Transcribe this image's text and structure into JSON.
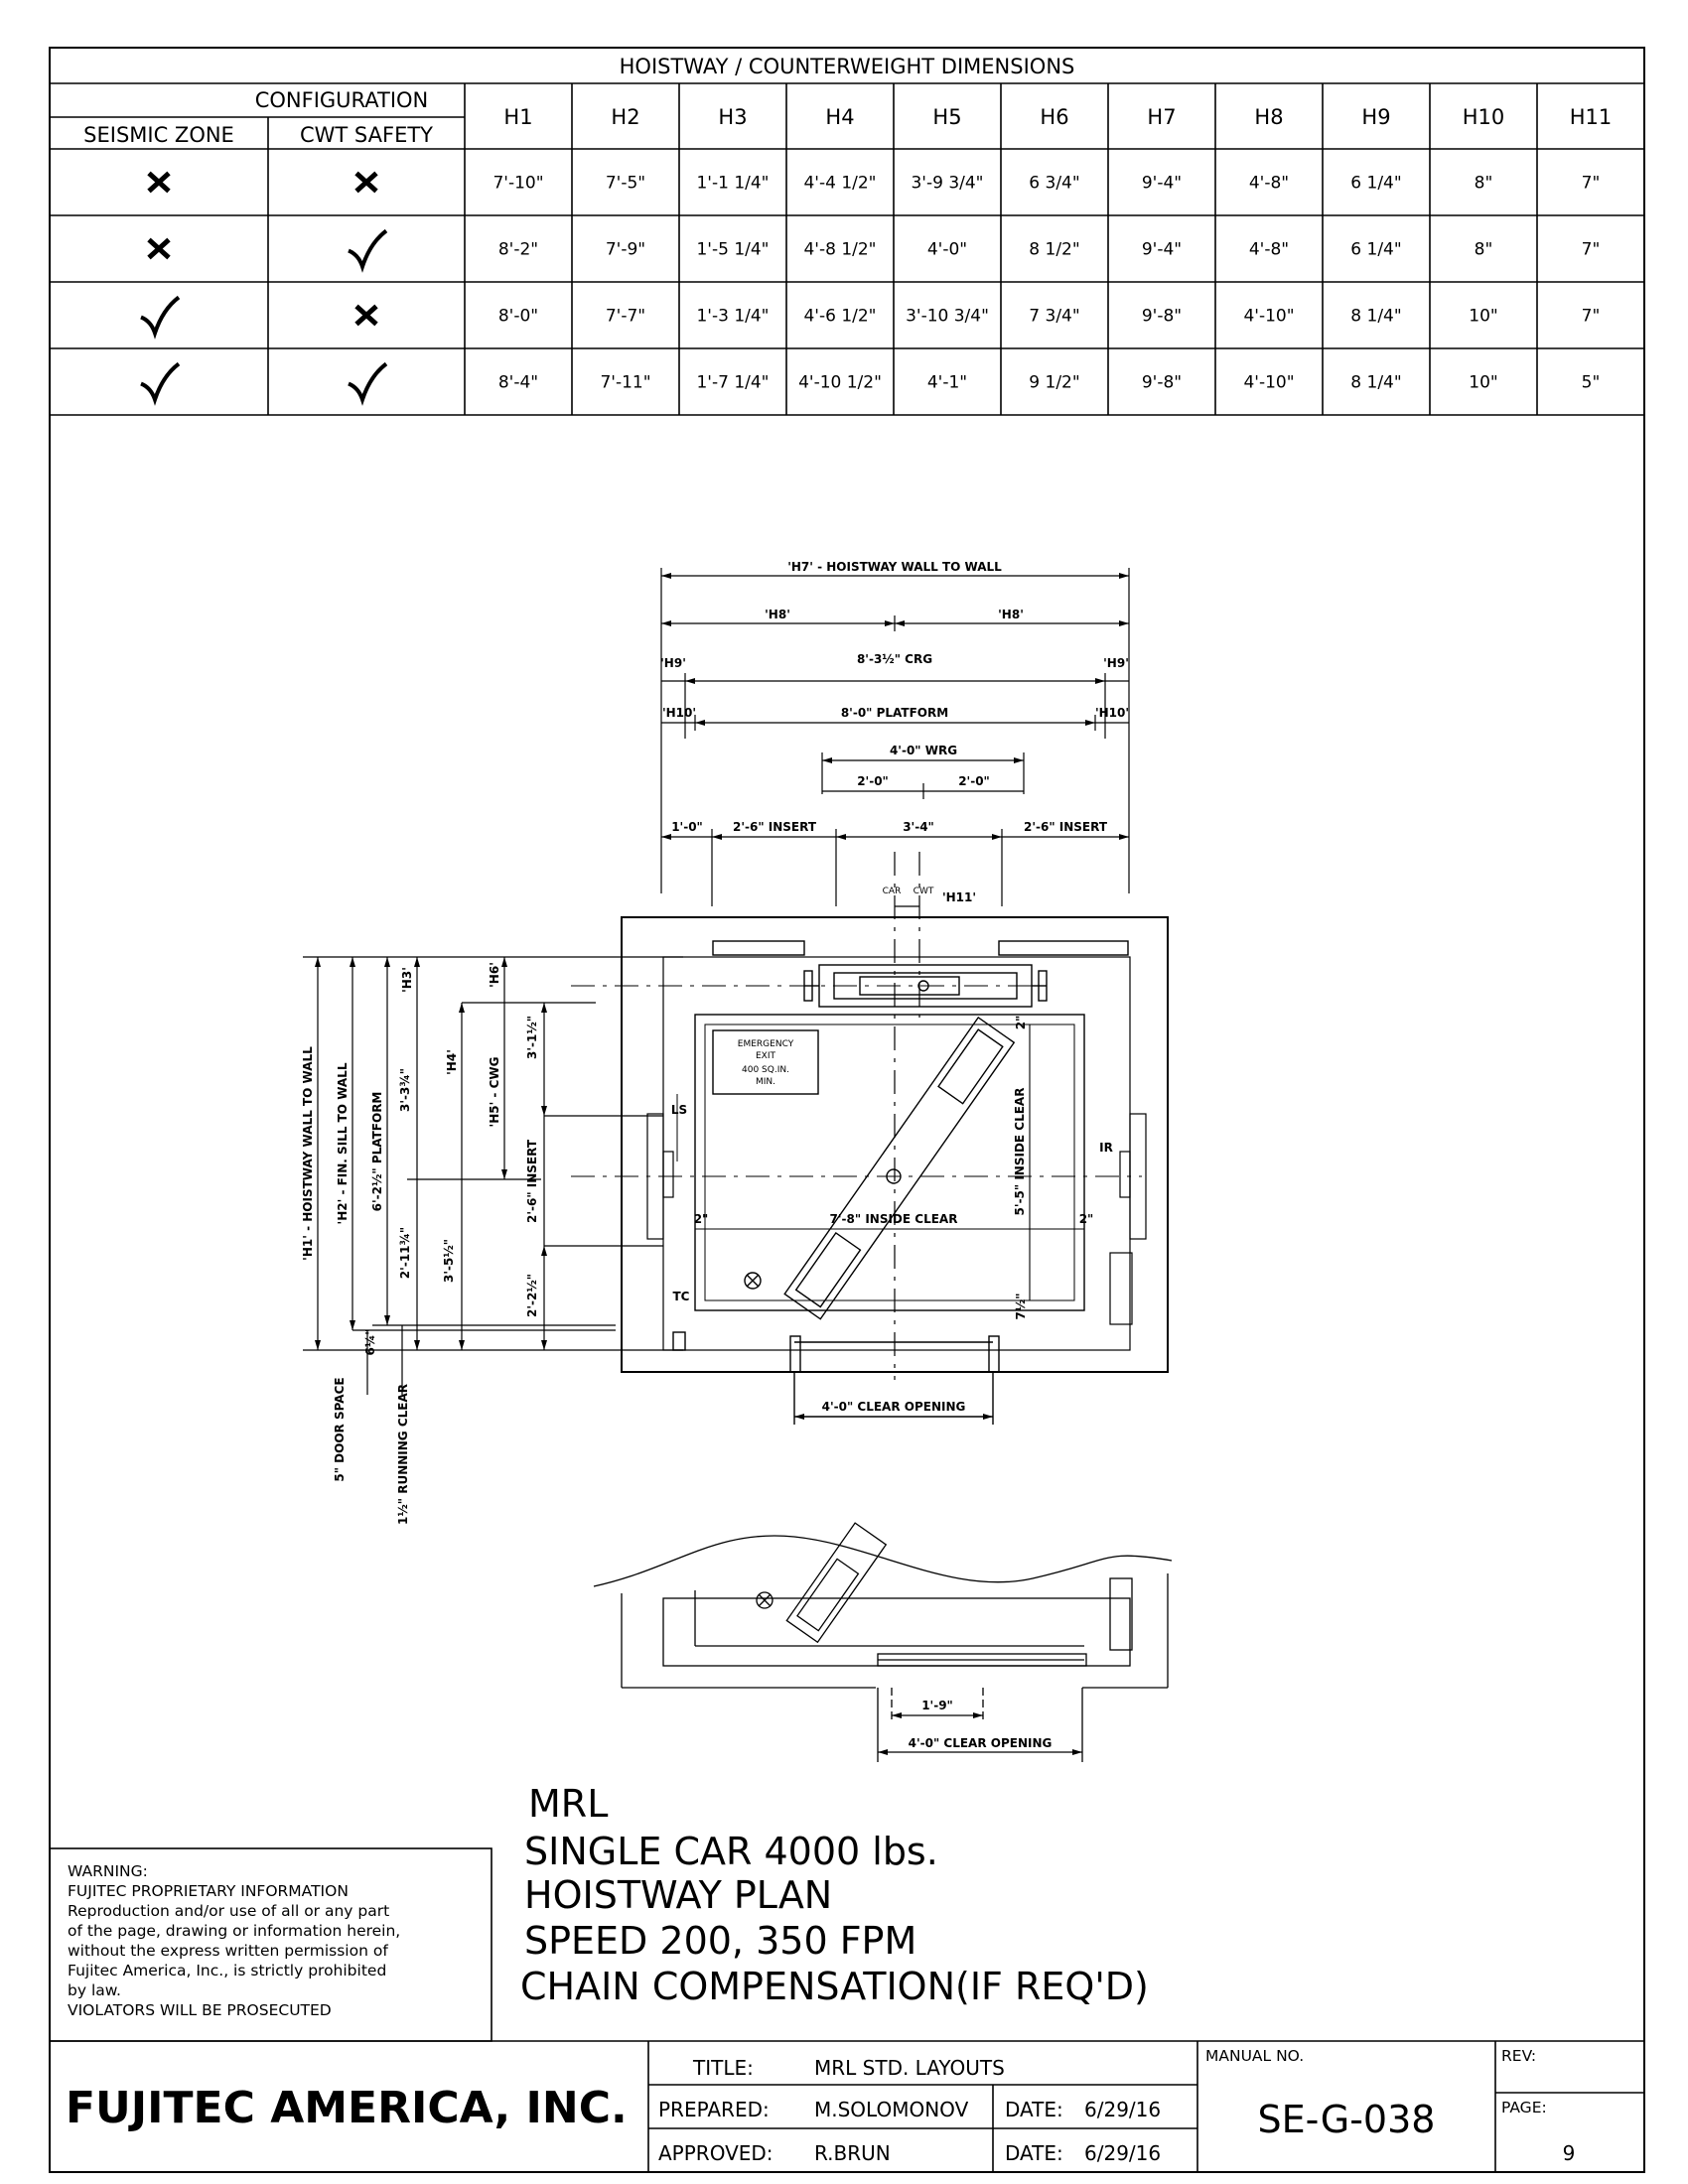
{
  "table": {
    "title": "HOISTWAY / COUNTERWEIGHT DIMENSIONS",
    "config_header": "CONFIGURATION",
    "seismic_header": "SEISMIC ZONE",
    "cwt_header": "CWT SAFETY",
    "columns": [
      "H1",
      "H2",
      "H3",
      "H4",
      "H5",
      "H6",
      "H7",
      "H8",
      "H9",
      "H10",
      "H11"
    ],
    "rows": [
      {
        "seismic": false,
        "cwt": false,
        "values": [
          "7'-10\"",
          "7'-5\"",
          "1'-1 1/4\"",
          "4'-4 1/2\"",
          "3'-9 3/4\"",
          "6 3/4\"",
          "9'-4\"",
          "4'-8\"",
          "6 1/4\"",
          "8\"",
          "7\""
        ]
      },
      {
        "seismic": false,
        "cwt": true,
        "values": [
          "8'-2\"",
          "7'-9\"",
          "1'-5 1/4\"",
          "4'-8 1/2\"",
          "4'-0\"",
          "8 1/2\"",
          "9'-4\"",
          "4'-8\"",
          "6 1/4\"",
          "8\"",
          "7\""
        ]
      },
      {
        "seismic": true,
        "cwt": false,
        "values": [
          "8'-0\"",
          "7'-7\"",
          "1'-3 1/4\"",
          "4'-6 1/2\"",
          "3'-10 3/4\"",
          "7 3/4\"",
          "9'-8\"",
          "4'-10\"",
          "8 1/4\"",
          "10\"",
          "7\""
        ]
      },
      {
        "seismic": true,
        "cwt": true,
        "values": [
          "8'-4\"",
          "7'-11\"",
          "1'-7 1/4\"",
          "4'-10 1/2\"",
          "4'-1\"",
          "9 1/2\"",
          "9'-8\"",
          "4'-10\"",
          "8 1/4\"",
          "10\"",
          "5\""
        ]
      }
    ]
  },
  "plan": {
    "h7": "'H7' - HOISTWAY WALL TO WALL",
    "h8_left": "'H8'",
    "h8_right": "'H8'",
    "h9_left": "'H9'",
    "h9_right": "'H9'",
    "crg": "8'-3½\" CRG",
    "h10_left": "'H10'",
    "h10_right": "'H10'",
    "platform": "8'-0\" PLATFORM",
    "wrg": "4'-0\" WRG",
    "wrg_half_left": "2'-0\"",
    "wrg_half_right": "2'-0\"",
    "seg_1": "1'-0\"",
    "seg_insert_left": "2'-6\" INSERT",
    "seg_mid": "3'-4\"",
    "seg_insert_right": "2'-6\" INSERT",
    "cl_car": "CAR",
    "cl_cwt": "CWT",
    "h11": "'H11'",
    "v_h1": "'H1' - HOISTWAY WALL TO WALL",
    "v_h2": "'H2' - FIN. SILL TO WALL",
    "v_platform": "6'-2½\" PLATFORM",
    "v_h3": "'H3'",
    "v_h4": "'H4'",
    "v_h6": "'H6'",
    "v_h5": "'H5' - CWG",
    "v_3_1": "3'-1½\"",
    "v_3_3": "3'-3¾\"",
    "v_2_11": "2'-11¾\"",
    "v_3_5": "3'-5½\"",
    "v_insert": "2'-6\" INSERT",
    "v_2_2": "2'-2½\"",
    "v_6q": "6¼\"",
    "door_space": "5\" DOOR SPACE",
    "running_clear": "1½\" RUNNING CLEAR",
    "emergency": [
      "EMERGENCY",
      "EXIT",
      "400 SQ.IN.",
      "MIN."
    ],
    "ls": "LS",
    "ir": "IR",
    "tc": "TC",
    "inside_clear_w": "7'-8\" INSIDE CLEAR",
    "inside_clear_d": "5'-5\" INSIDE CLEAR",
    "two_in_left": "2\"",
    "two_in_right": "2\"",
    "seven_half": "7½\"",
    "two_in_top": "2\"",
    "clear_opening": "4'-0\" CLEAR OPENING",
    "detail_offset": "1'-9\"",
    "detail_clear_opening": "4'-0\" CLEAR OPENING"
  },
  "description": [
    "MRL",
    "SINGLE CAR 4000 lbs.",
    "HOISTWAY PLAN",
    "SPEED 200, 350 FPM",
    "CHAIN COMPENSATION(IF REQ'D)"
  ],
  "warning": [
    "WARNING:",
    "FUJITEC PROPRIETARY INFORMATION",
    "Reproduction and/or use of all or any part",
    "of the page, drawing or information herein,",
    "without the express written permission of",
    "Fujitec America, Inc., is strictly prohibited",
    "by law.",
    "VIOLATORS WILL BE PROSECUTED"
  ],
  "title_block": {
    "company": "FUJITEC AMERICA, INC.",
    "title_label": "TITLE:",
    "title_value": "MRL STD. LAYOUTS",
    "prepared_label": "PREPARED:",
    "prepared_value": "M.SOLOMONOV",
    "approved_label": "APPROVED:",
    "approved_value": "R.BRUN",
    "date_label_1": "DATE:",
    "date_value_1": "6/29/16",
    "date_label_2": "DATE:",
    "date_value_2": "6/29/16",
    "manual_label": "MANUAL NO.",
    "manual_value": "SE-G-038",
    "rev_label": "REV:",
    "page_label": "PAGE:",
    "page_value": "9"
  }
}
